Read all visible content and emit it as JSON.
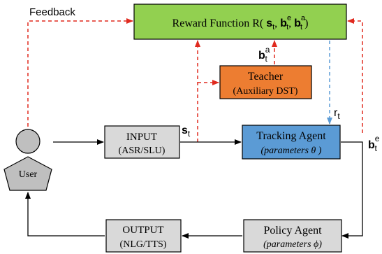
{
  "diagram": {
    "feedback_label": "Feedback",
    "reward": {
      "prefix": "Reward Function R(",
      "s": "s",
      "s_sub": "t",
      "sep1": ", ",
      "be": "b",
      "be_sup": "e",
      "be_sub": "t",
      "sep2": ", ",
      "ba": "b",
      "ba_sup": "a",
      "ba_sub": "t",
      "suffix": ")"
    },
    "teacher": {
      "title": "Teacher",
      "subtitle": "(Auxiliary DST)"
    },
    "teacher_output": {
      "b": "b",
      "sup": "a",
      "sub": "t"
    },
    "input": {
      "title": "INPUT",
      "subtitle": "(ASR/SLU)"
    },
    "input_output": {
      "s": "s",
      "sub": "t"
    },
    "tracking": {
      "title": "Tracking Agent",
      "subtitle": "(parameters θ )"
    },
    "reward_signal": {
      "r": "r",
      "sub": "t"
    },
    "tracking_output": {
      "b": "b",
      "sup": "e",
      "sub": "t"
    },
    "user": {
      "label": "User"
    },
    "policy": {
      "title": "Policy Agent",
      "subtitle": "(parameters ϕ)"
    },
    "output": {
      "title": "OUTPUT",
      "subtitle": "(NLG/TTS)"
    },
    "colors": {
      "reward_fill": "#92d050",
      "teacher_fill": "#ed7d31",
      "tracking_fill": "#5b9bd5",
      "gray_fill": "#d9d9d9",
      "user_fill": "#bfbfbf",
      "red_dash": "#e02a1f",
      "blue_dash": "#5b9bd5",
      "line": "#000000"
    }
  }
}
